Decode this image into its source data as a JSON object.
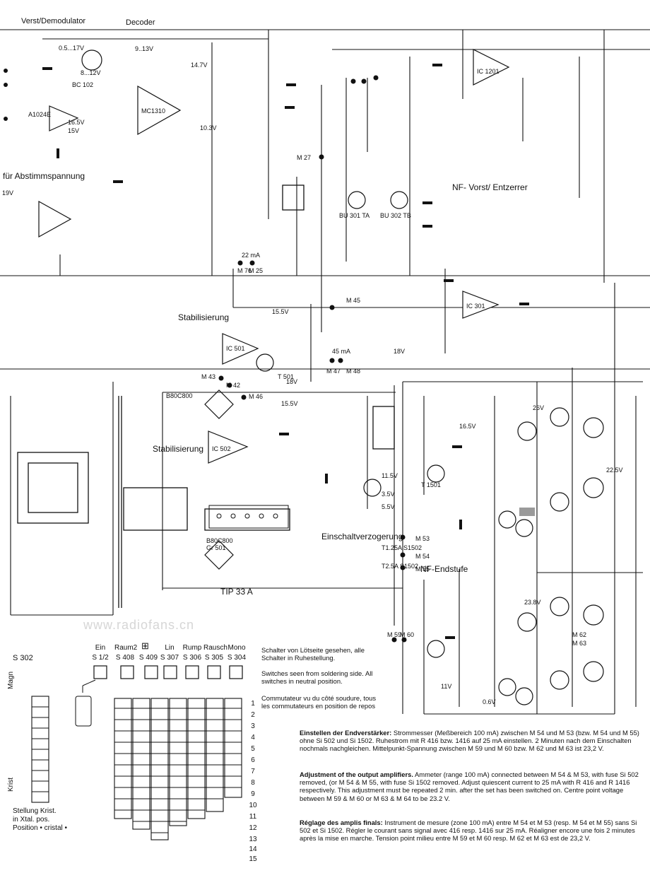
{
  "sections": {
    "verst_demod": "Verst/Demodulator",
    "decoder": "Decoder",
    "abstimmspannung": "für Abstimmspannung",
    "nf_vorst": "NF- Vorst/ Entzerrer",
    "stabilisierung_1": "Stabilisierung",
    "stabilisierung_2": "Stabilisierung",
    "einschalt": "Einschaltverzogerung",
    "nf_endstufe": "NF-Endstufe"
  },
  "ic_labels": [
    "MC1310",
    "IC 501",
    "IC 502",
    "IC 1201",
    "IC 301",
    "A1024E"
  ],
  "voltage_tags": [
    "0.5...17V",
    "8...12V",
    "9..13V",
    "14.7V",
    "16.5V",
    "15V",
    "10.3V",
    "19V",
    "18V",
    "22 mA",
    "15.5V",
    "45 mA",
    "18V",
    "11.5V",
    "3.5V",
    "15.5V",
    "16.5V",
    "5.5V",
    "26V",
    "23.8V",
    "11V",
    "0.6V",
    "22.5V"
  ],
  "test_points": [
    "M 53",
    "M 54",
    "M 55",
    "M 59",
    "M 60",
    "M 62",
    "M 63",
    "M 76",
    "M 25",
    "M 27",
    "M 42",
    "M 43",
    "M 45",
    "M 47",
    "M 48",
    "M 46"
  ],
  "transistor_refs": [
    "BU 301 TA",
    "BU 302 TB",
    "BC 102",
    "T 501",
    "T 1501"
  ],
  "fuse_refs": [
    "T1.25A S1502",
    "T2.5A S1502",
    "TIP 33 A"
  ],
  "rectifier_refs": [
    "B80C800",
    "B80C800",
    "Gr 501"
  ],
  "switch_table": {
    "s302_label": "S 302",
    "headers_top": [
      "Ein",
      "Raum2",
      "Lin",
      "Rump",
      "Rausch",
      "Mono"
    ],
    "headers_bottom": [
      "S 1/2",
      "S 408",
      "S 409",
      "S 307",
      "S 306",
      "S 305",
      "S 304"
    ],
    "row_numbers": [
      "1",
      "2",
      "3",
      "4",
      "5",
      "6",
      "7",
      "8",
      "9",
      "10",
      "11",
      "12",
      "13",
      "14",
      "15"
    ],
    "pos_labels": [
      "Magn",
      "Krist"
    ],
    "stellung": [
      "Stellung Krist.",
      "in Xtal. pos.",
      "Position • cristal •"
    ]
  },
  "switch_note": {
    "de": "Schalter von Lötseite gesehen, alle Schalter in Ruhestellung.",
    "en": "Switches seen from soldering side. All switches in neutral position.",
    "fr": "Commutateur vu du côté soudure, tous les commutateurs en position de repos"
  },
  "adjust_notes": [
    {
      "title": "Einstellen der Endverstärker:",
      "body": "Strommesser (Meßbereich 100 mA) zwischen M 54 und M 53 (bzw. M 54 und M 55) ohne Si 502 und Si 1502. Ruhestrom mit R 416 bzw. 1416 auf 25 mA einstellen. 2 Minuten nach dem Einschalten nochmals nachgleichen. Mittelpunkt-Spannung zwischen M 59 und M 60 bzw. M 62 und M 63 ist 23,2 V."
    },
    {
      "title": "Adjustment of the output amplifiers.",
      "body": "Ammeter (range 100 mA) connected between M 54 & M 53, with fuse Si 502 removed, (or M 54 & M 55, with fuse Si 1502 removed. Adjust quiescent current to 25 mA with R 416 and R 1416 respectively. This adjustment must be repeated 2 min. after the set has been switched on. Centre point voltage between M 59 & M 60 or M 63 & M 64 to be 23.2 V."
    },
    {
      "title": "Réglage des amplis finals:",
      "body": "Instrument de mesure (zone 100 mA) entre M 54 et M 53 (resp. M 54 et M 55) sans Si 502 et Si 1502. Régler le courant sans signal avec 416 resp. 1416 sur 25 mA. Réaligner encore une fois 2 minutes après la mise en marche. Tension point milieu entre M 59 et M 60 resp. M 62 et M 63 est de 23,2 V."
    }
  ],
  "watermark": "www.radiofans.cn",
  "colors": {
    "ink": "#111111",
    "paper": "#ffffff",
    "shade": "#9a9a9a"
  }
}
